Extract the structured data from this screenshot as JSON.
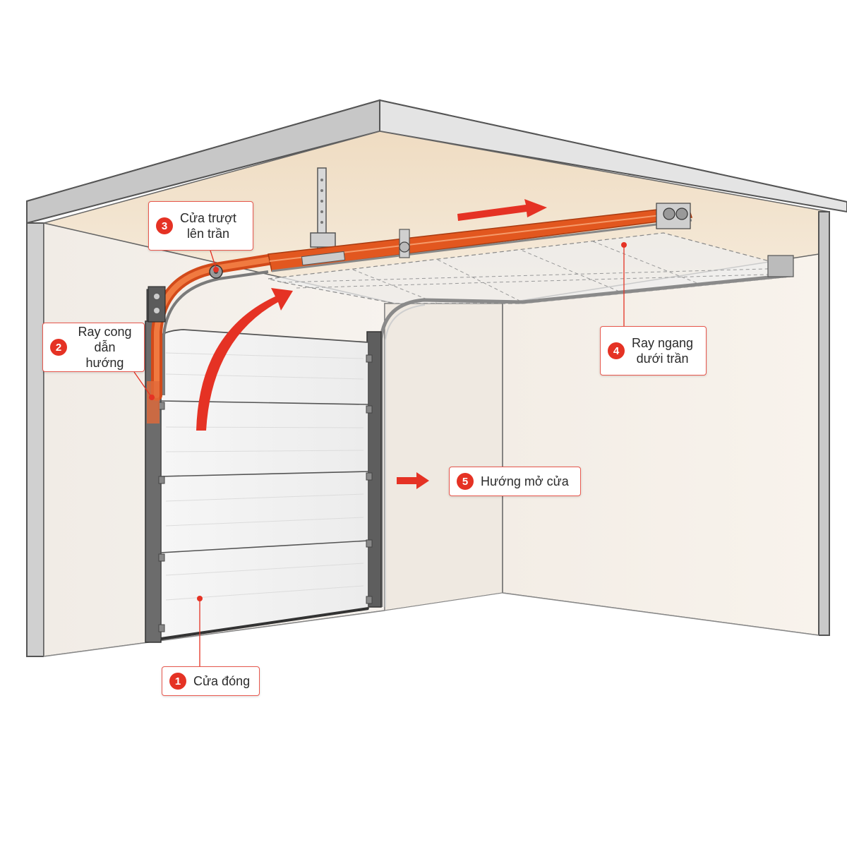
{
  "colors": {
    "accent_red": "#e53224",
    "track_orange": "#e2571f",
    "wall": "#f4efe8",
    "ceiling": "#efe0c9",
    "panel": "#f3f3f3",
    "frame": "#4a4a4a"
  },
  "callouts": [
    {
      "number": "1",
      "lines": [
        "Cửa đóng"
      ]
    },
    {
      "number": "2",
      "lines": [
        "Ray cong",
        "dẫn hướng"
      ]
    },
    {
      "number": "3",
      "lines": [
        "Cửa trượt",
        "lên trần"
      ]
    },
    {
      "number": "4",
      "lines": [
        "Ray ngang",
        "dưới trần"
      ]
    },
    {
      "number": "5",
      "lines": [
        "Hướng mở cửa"
      ]
    }
  ],
  "icons": {
    "open_direction_arrow": "arrow-right-icon",
    "ceiling_slide_arrow": "arrow-right-icon",
    "lift_arrow": "curved-arrow-up-icon"
  }
}
